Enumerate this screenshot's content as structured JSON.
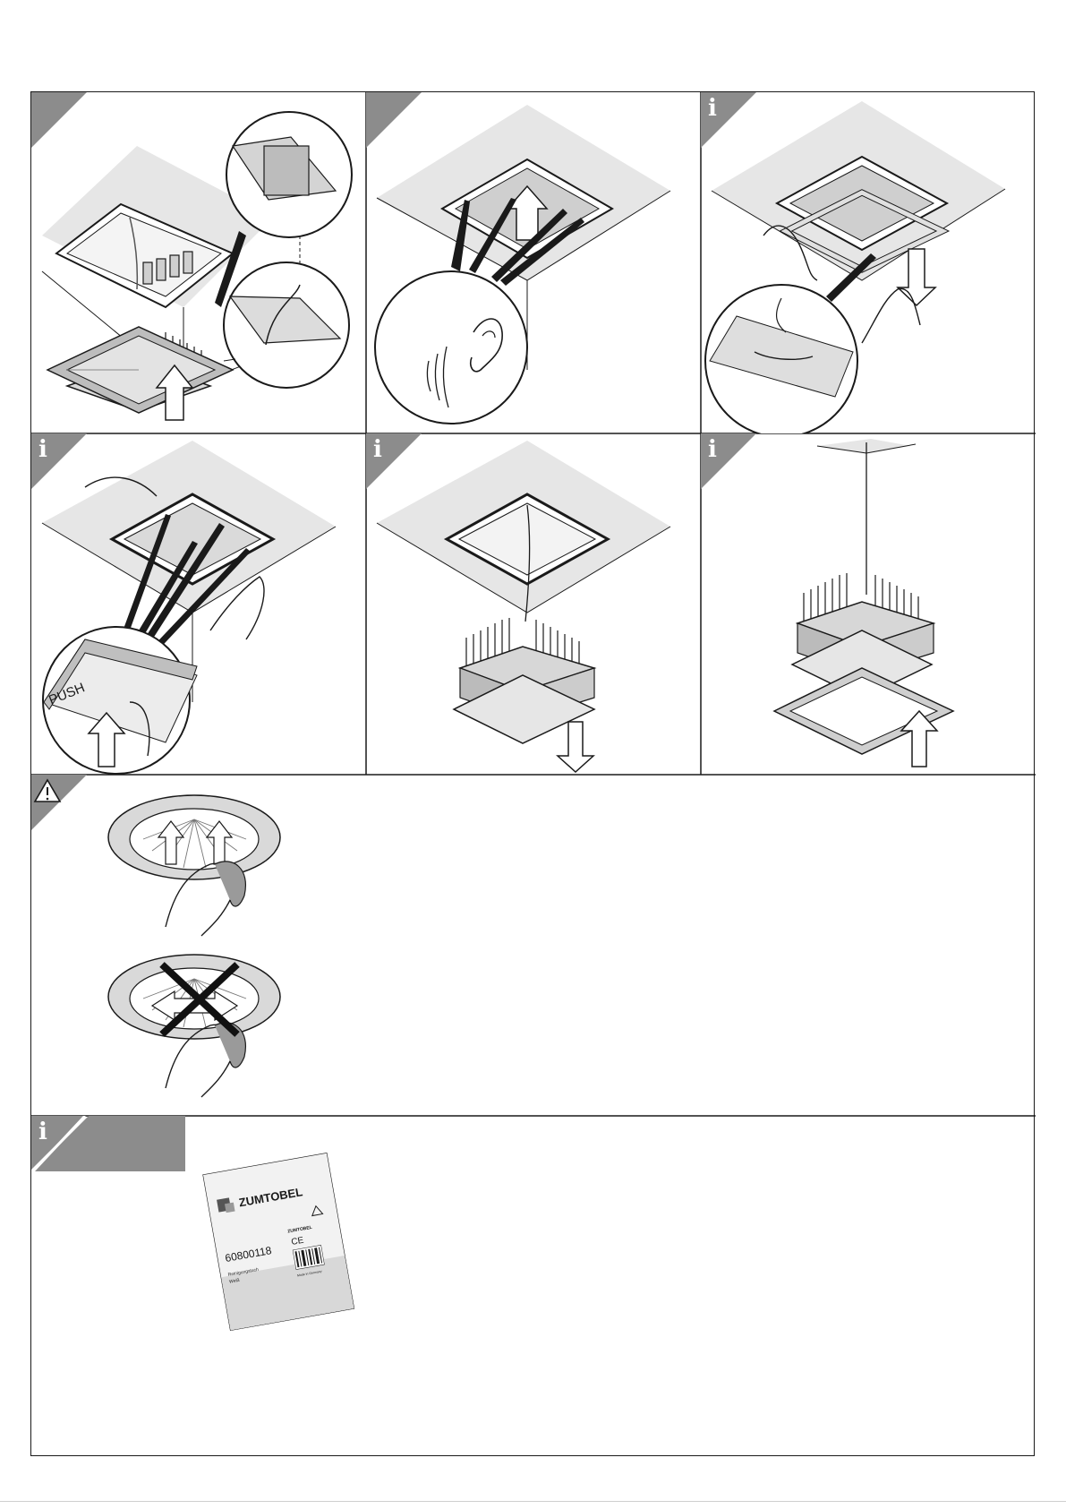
{
  "page": {
    "background": "#ffffff",
    "ink": "#1a1a1a",
    "shade": "#8c8c8c",
    "light_shade": "#e4e4e4"
  },
  "step_icons": {
    "step1": "blank-corner-tab",
    "step2": "blank-corner-tab",
    "step3": "info-icon",
    "step4": "info-icon",
    "step5": "info-icon",
    "step6": "info-icon",
    "cleaning": "warning-icon",
    "accessory": "info-icon"
  },
  "labels": {
    "info_glyph": "i",
    "push_label": "PUSH"
  },
  "package": {
    "brand": "ZUMTOBEL",
    "brand_small": "ZUMTOBEL",
    "article_number": "60800118",
    "product_line1": "Reinigungstuch",
    "product_line2": "Weiß",
    "ce_mark": "CE",
    "made_in": "Made in Germany"
  }
}
